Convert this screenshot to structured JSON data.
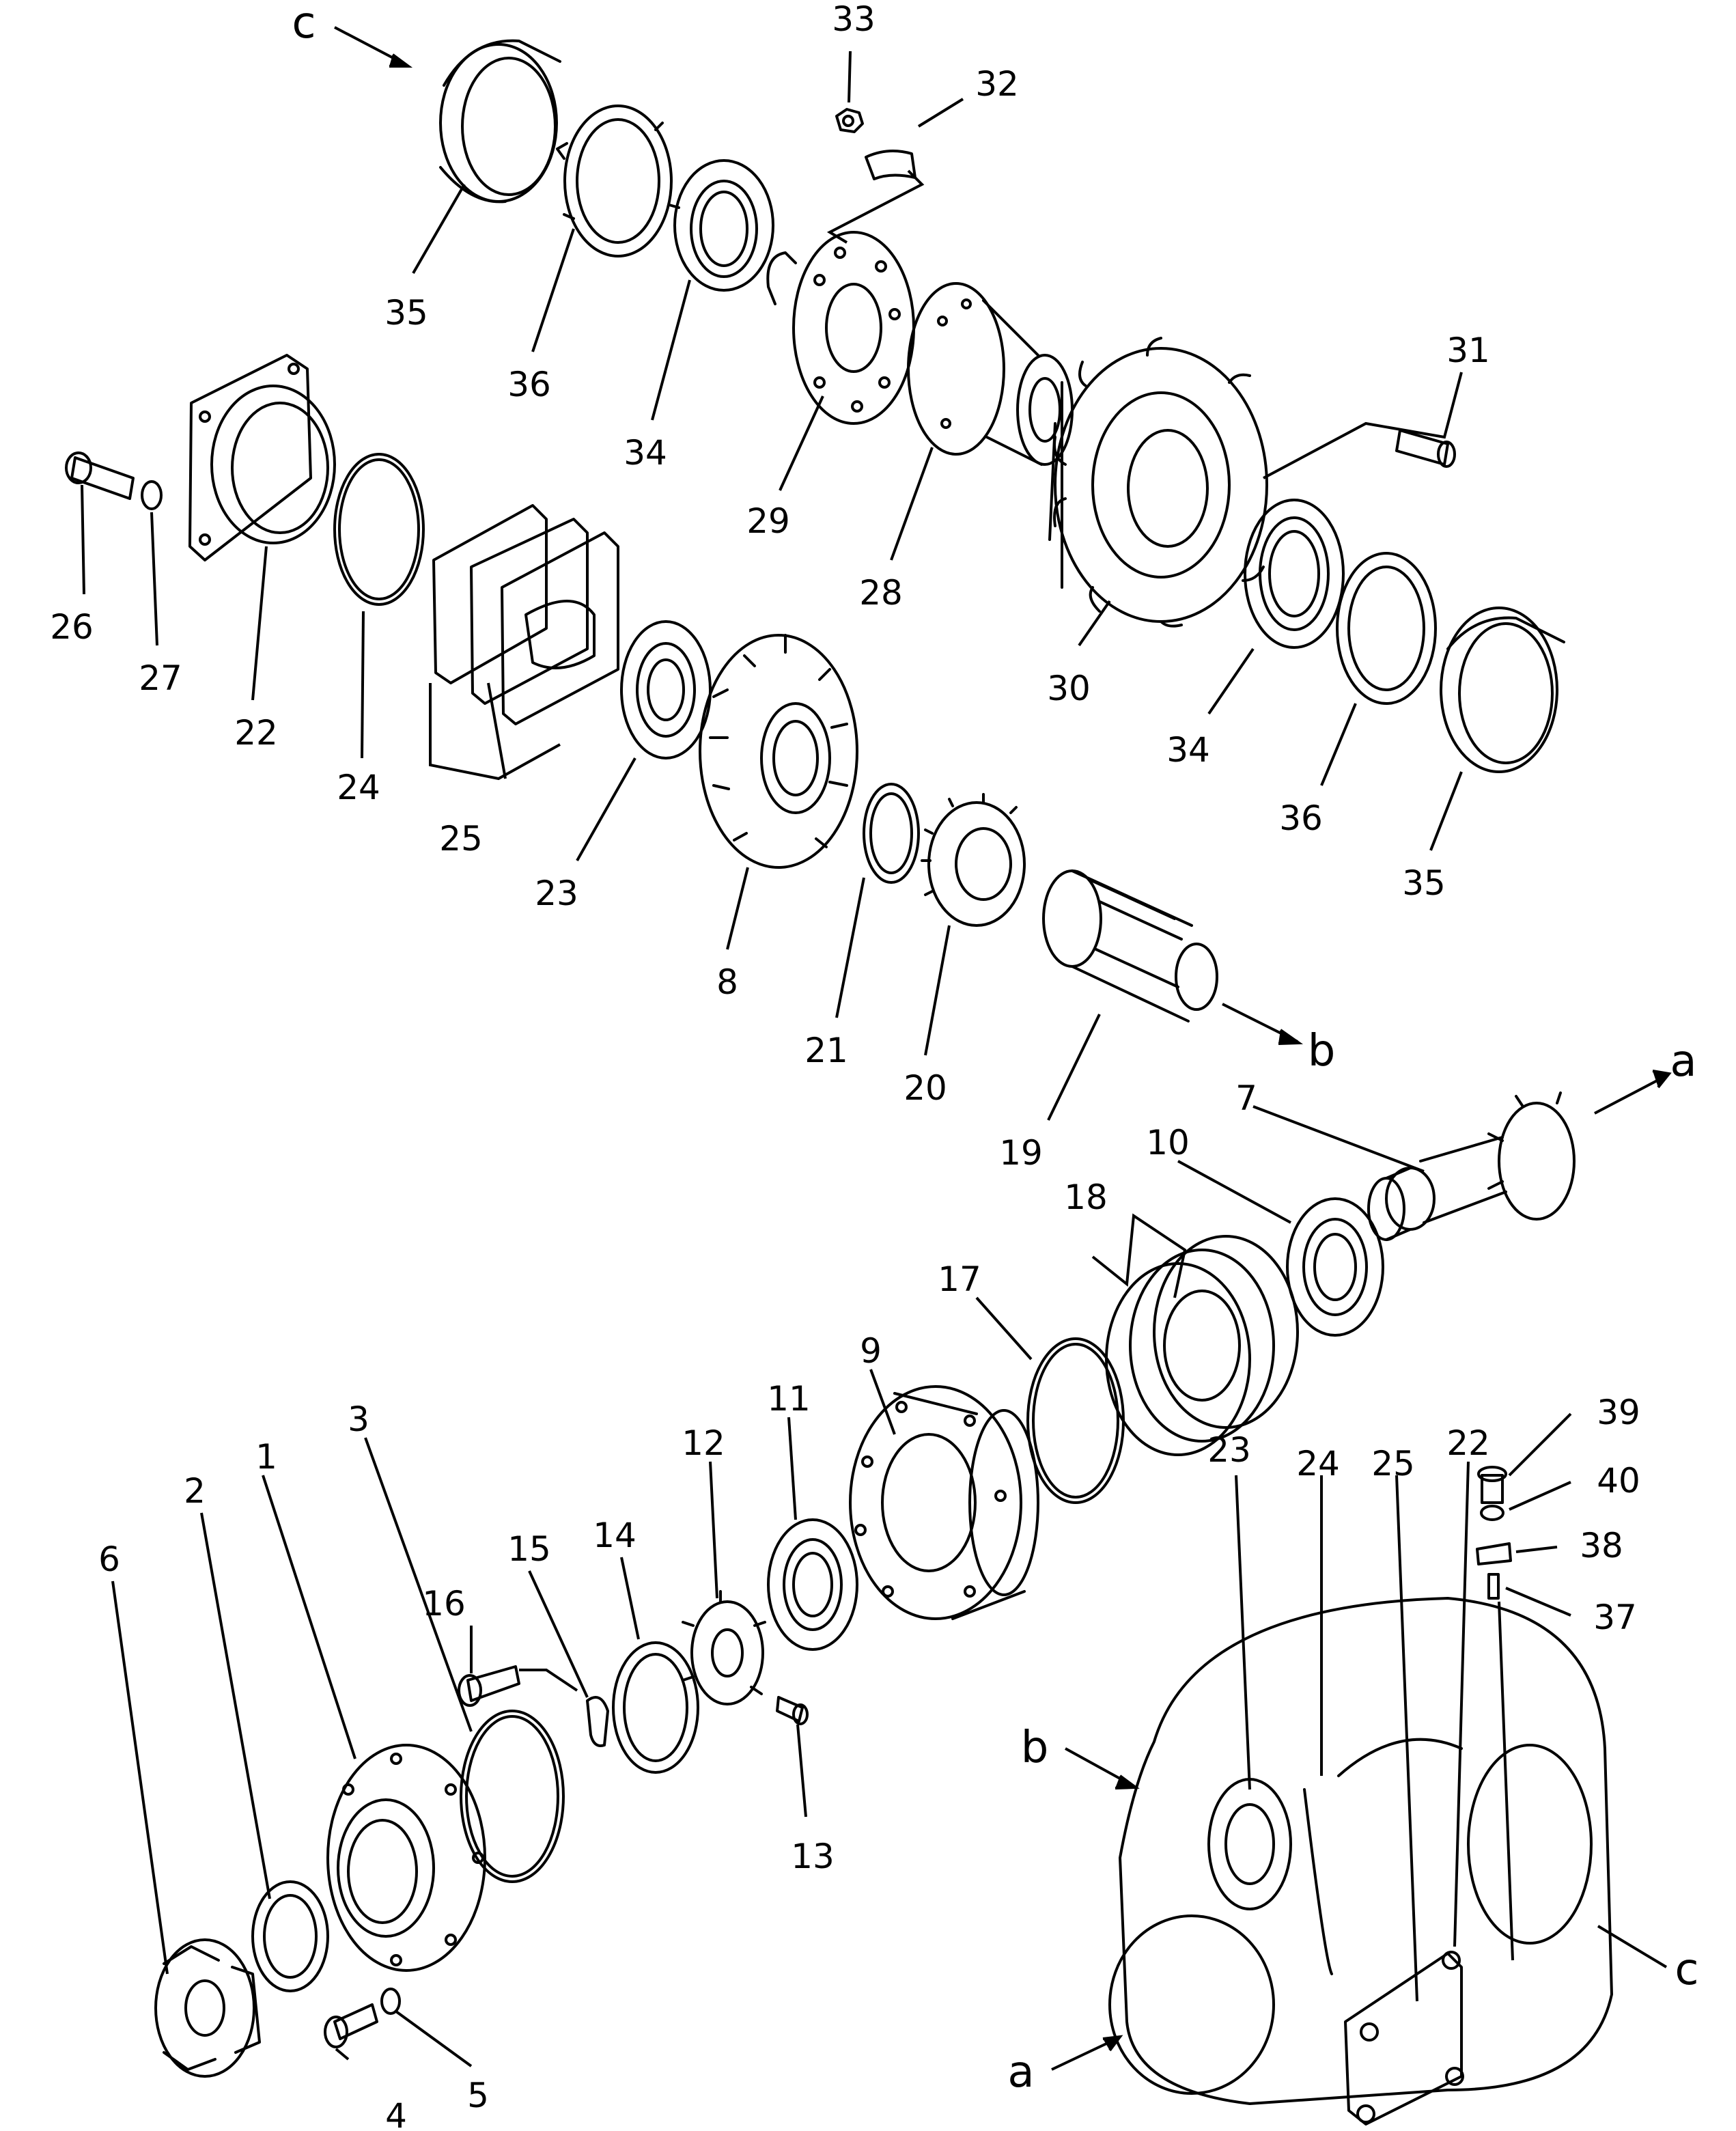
{
  "callouts": {
    "n1": "1",
    "n2": "2",
    "n3": "3",
    "n4": "4",
    "n5": "5",
    "n6": "6",
    "n7": "7",
    "n8": "8",
    "n9": "9",
    "n10": "10",
    "n11": "11",
    "n12": "12",
    "n13": "13",
    "n14": "14",
    "n15": "15",
    "n16": "16",
    "n17": "17",
    "n18": "18",
    "n19": "19",
    "n20": "20",
    "n21": "21",
    "n22": "22",
    "n22b": "22",
    "n23": "23",
    "n23b": "23",
    "n24": "24",
    "n24b": "24",
    "n25": "25",
    "n25b": "25",
    "n26": "26",
    "n27": "27",
    "n28": "28",
    "n29": "29",
    "n30": "30",
    "n31": "31",
    "n32": "32",
    "n33": "33",
    "n34a": "34",
    "n34b": "34",
    "n35a": "35",
    "n35b": "35",
    "n36a": "36",
    "n36b": "36",
    "n37": "37",
    "n38": "38",
    "n39": "39",
    "n40": "40"
  },
  "refs": {
    "c_top": "c",
    "b_shaft": "b",
    "a_pinion": "a",
    "b_case": "b",
    "c_case": "c",
    "a_case": "a"
  }
}
